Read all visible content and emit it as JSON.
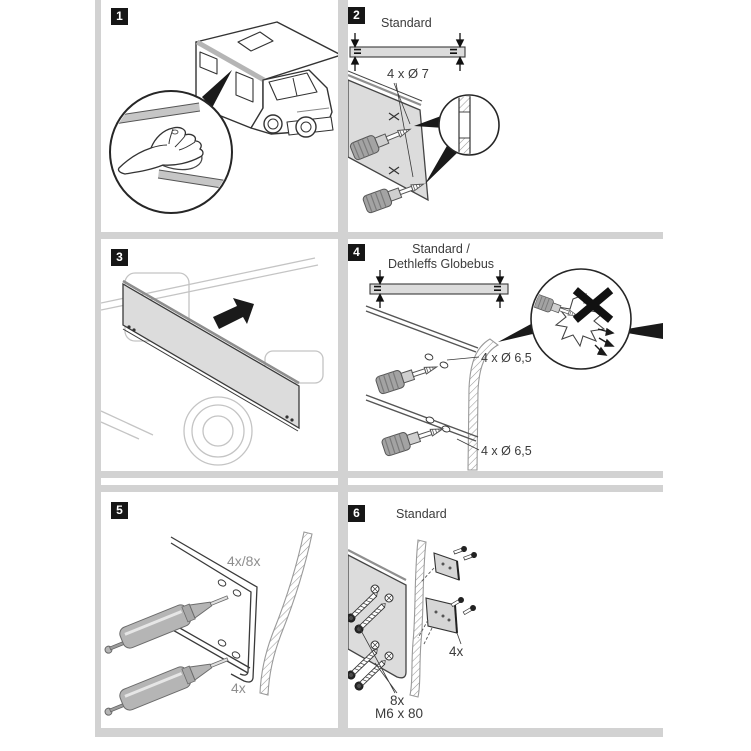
{
  "page_type": "installation-manual-page",
  "colors": {
    "gutter_gray": "#d2d2d2",
    "part_fill_gray": "#dcdcdc",
    "badge_bg": "#161616",
    "text_dark": "#3b3b3b",
    "text_gray": "#8e8e8e"
  },
  "panels": [
    {
      "step": "1"
    },
    {
      "step": "2",
      "title": "Standard",
      "qty": "4 x Ø 7"
    },
    {
      "step": "3"
    },
    {
      "step": "4",
      "title_line1": "Standard /",
      "title_line2": "Dethleffs Globebus",
      "qty_top": "4 x Ø 6,5",
      "qty_bottom": "4 x Ø 6,5"
    },
    {
      "step": "5",
      "qty_top": "4x/8x",
      "qty_bottom": "4x"
    },
    {
      "step": "6",
      "title": "Standard",
      "qty_brackets": "4x",
      "qty_screws": "8x",
      "screw_spec": "M6 x 80"
    }
  ]
}
